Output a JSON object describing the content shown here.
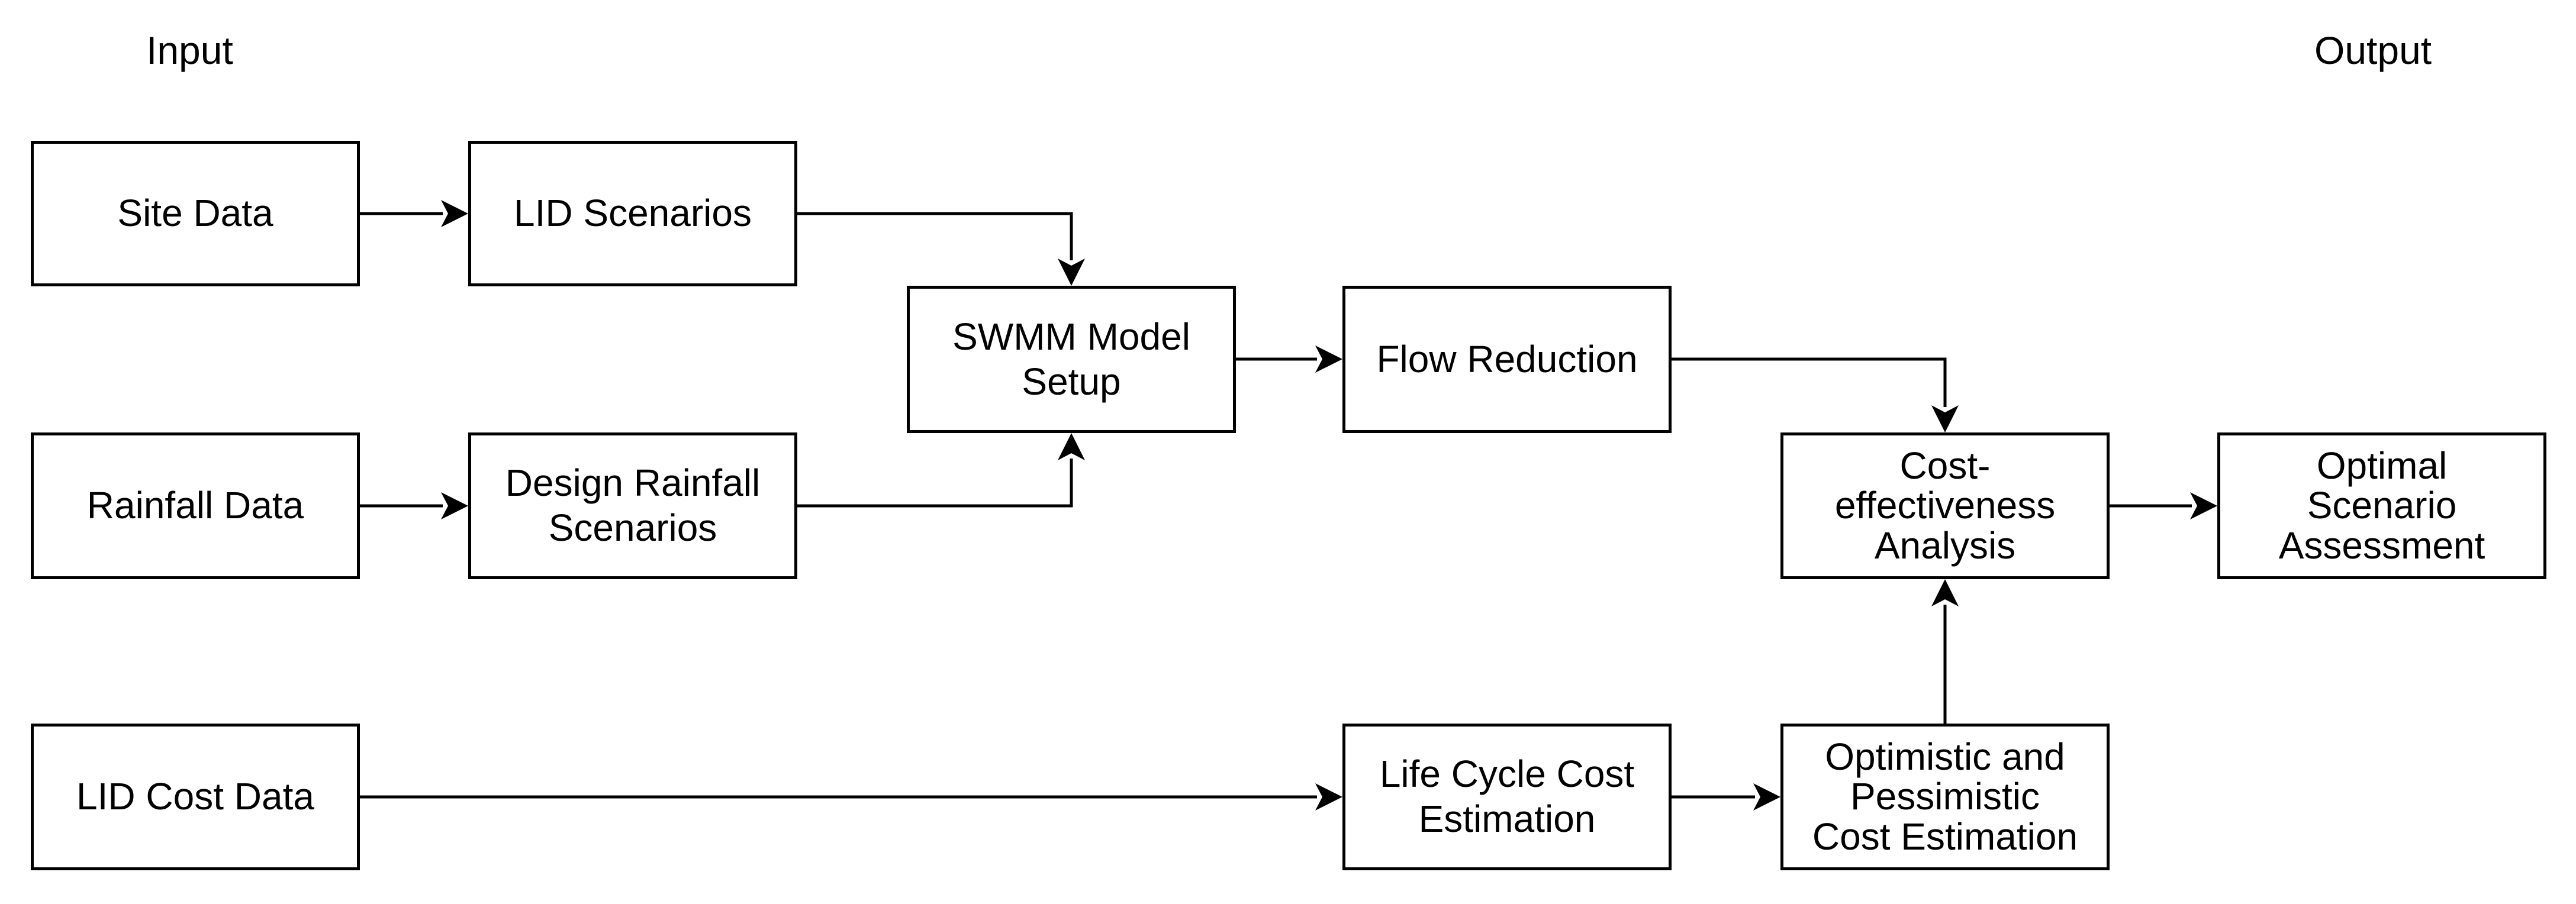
{
  "headers": {
    "input": "Input",
    "output": "Output"
  },
  "nodes": {
    "site_data": "Site Data",
    "lid_scenarios": "LID Scenarios",
    "swmm_model_setup": "SWMM Model\nSetup",
    "flow_reduction": "Flow Reduction",
    "rainfall_data": "Rainfall Data",
    "design_rainfall_scenarios": "Design Rainfall\nScenarios",
    "cost_effectiveness_analysis": "Cost-\neffectiveness\nAnalysis",
    "optimal_scenario_assessment": "Optimal\nScenario\nAssessment",
    "lid_cost_data": "LID Cost Data",
    "life_cycle_cost_estimation": "Life Cycle Cost\nEstimation",
    "optimistic_pessimistic_cost_estimation": "Optimistic and\nPessimistic\nCost Estimation"
  },
  "edges": [
    {
      "from": "site_data",
      "to": "lid_scenarios"
    },
    {
      "from": "lid_scenarios",
      "to": "swmm_model_setup"
    },
    {
      "from": "rainfall_data",
      "to": "design_rainfall_scenarios"
    },
    {
      "from": "design_rainfall_scenarios",
      "to": "swmm_model_setup"
    },
    {
      "from": "swmm_model_setup",
      "to": "flow_reduction"
    },
    {
      "from": "flow_reduction",
      "to": "cost_effectiveness_analysis"
    },
    {
      "from": "cost_effectiveness_analysis",
      "to": "optimal_scenario_assessment"
    },
    {
      "from": "lid_cost_data",
      "to": "life_cycle_cost_estimation"
    },
    {
      "from": "life_cycle_cost_estimation",
      "to": "optimistic_pessimistic_cost_estimation"
    },
    {
      "from": "optimistic_pessimistic_cost_estimation",
      "to": "cost_effectiveness_analysis"
    }
  ],
  "colors": {
    "stroke": "#000000",
    "background": "#ffffff"
  }
}
